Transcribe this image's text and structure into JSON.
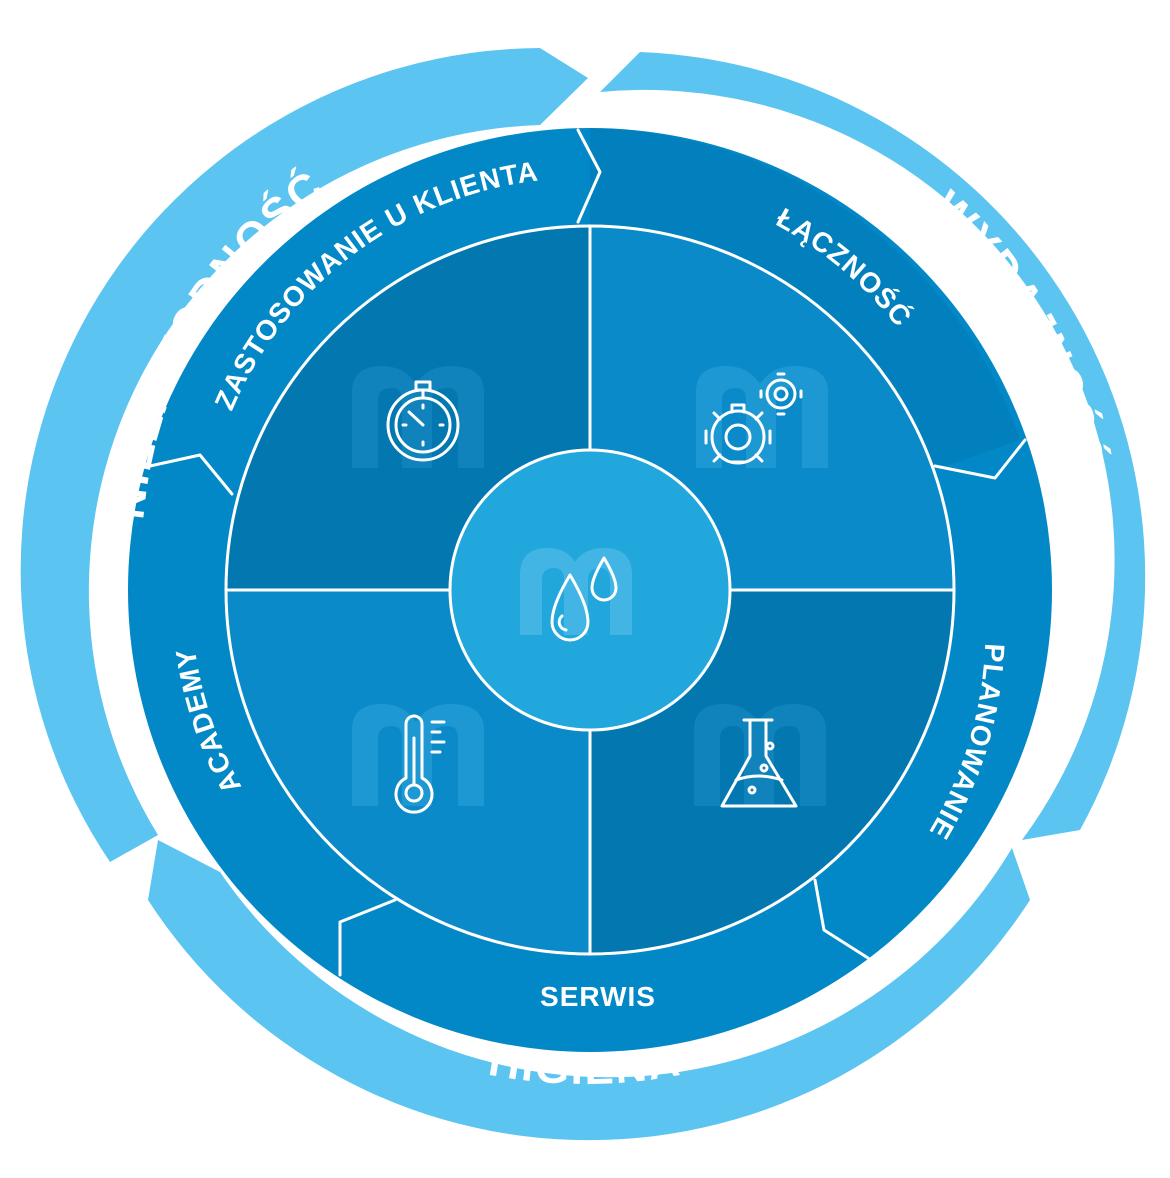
{
  "outer_ring": {
    "left": "NIEZAWODNOŚĆ",
    "right": "WYDAJNOŚĆ",
    "bottom": "HIGIENA"
  },
  "middle_ring": {
    "top_left": "ZASTOSOWANIE U KLIENTA",
    "top_right": "ŁĄCZNOŚĆ",
    "right": "PLANOWANIE",
    "bottom": "SERWIS",
    "left": "ACADEMY"
  },
  "icons": {
    "top_left": "stopwatch-icon",
    "top_right": "gears-icon",
    "bottom_left": "thermometer-icon",
    "bottom_right": "flask-icon",
    "center": "water-drops-icon"
  },
  "colors": {
    "outer_ring": "#5bc4f1",
    "middle_ring": "#0288c7",
    "quadrant_dark": "#0277b0",
    "quadrant_light": "#0a8ac8",
    "center": "#22a7dc",
    "logo": "#49b7e8",
    "line": "#ffffff"
  }
}
